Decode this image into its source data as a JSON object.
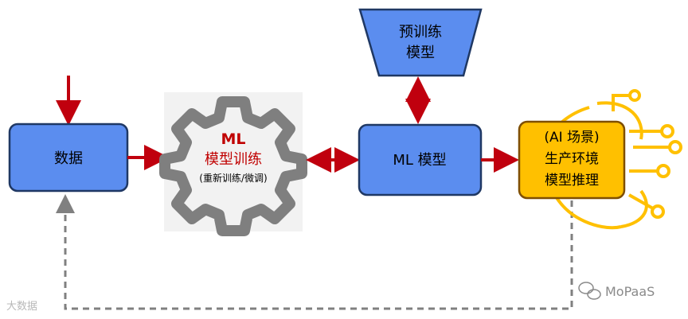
{
  "nodes": {
    "data": {
      "label": "数据"
    },
    "training": {
      "title": "ML",
      "subtitle": "模型训练",
      "note": "(重新训练/微调)"
    },
    "pretrained": {
      "line1": "预训练",
      "line2": "模型"
    },
    "model": {
      "label": "ML 模型"
    },
    "inference": {
      "line1": "(AI 场景)",
      "line2": "生产环境",
      "line3": "模型推理"
    }
  },
  "watermarks": {
    "left": "大数据",
    "right": "MoPaaS"
  },
  "colors": {
    "box_fill": "#5b8def",
    "box_stroke": "#1f3864",
    "arrow": "#c0000e",
    "gear": "#7f7f7f",
    "gear_bg": "#f2f2f2",
    "training_text": "#c00000",
    "inference_fill": "#ffc000",
    "inference_stroke": "#7f4f00",
    "brain_icon": "#ffc000",
    "feedback_line": "#808080"
  },
  "icons": {
    "training": "gear-icon",
    "inference": "ai-brain-circuit-icon",
    "watermark_right": "wechat-icon"
  }
}
